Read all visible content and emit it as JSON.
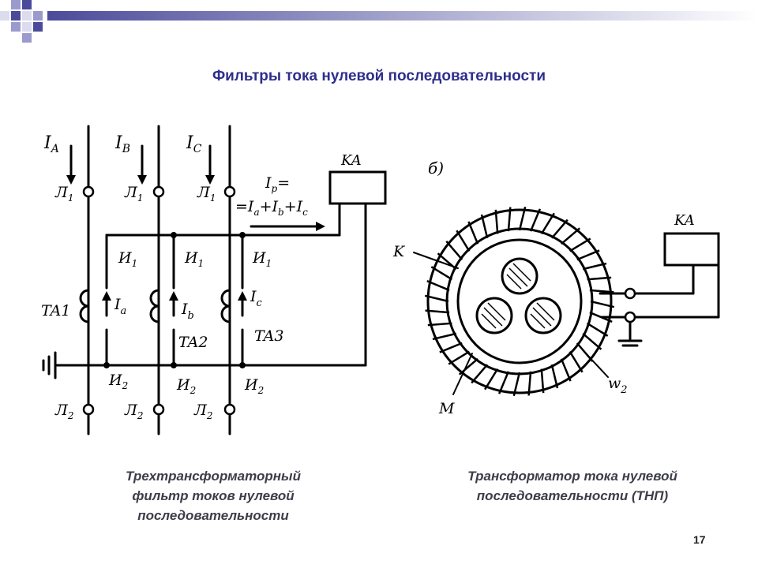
{
  "slide": {
    "title": "Фильтры тока нулевой последовательности",
    "page_number": "17",
    "accent_color": "#2e2e8c",
    "deco_colors": [
      "#9a9acd",
      "#4b4b9b",
      "#dcdcee"
    ]
  },
  "circuit_a": {
    "phase_currents": [
      "I",
      "I",
      "I"
    ],
    "phase_subscripts": [
      "A",
      "B",
      "C"
    ],
    "terminal_top": "Л",
    "terminal_top_sub": "1",
    "terminal_bottom": "Л",
    "terminal_bottom_sub": "2",
    "winding_top": "И",
    "winding_top_sub": "1",
    "winding_bottom": "И",
    "winding_bottom_sub": "2",
    "secondary_currents": [
      "I",
      "I",
      "I"
    ],
    "secondary_subscripts": [
      "a",
      "b",
      "c"
    ],
    "transformers": [
      "TA1",
      "TA2",
      "TA3"
    ],
    "relay": "KA",
    "sum_line1": "I",
    "sum_line1_sub": "р",
    "sum_line1_tail": "=",
    "sum_line2": "=I",
    "sum_line2_parts": [
      "a",
      "+I",
      "b",
      "+I",
      "c"
    ]
  },
  "circuit_b": {
    "label": "б)",
    "relay": "KA",
    "core_label": "K",
    "sheath_label": "M",
    "winding_label": "w",
    "winding_sub": "2"
  },
  "captions": {
    "left": [
      "Трехтрансформаторный",
      "фильтр токов нулевой",
      "последовательности"
    ],
    "right": [
      "Трансформатор тока нулевой",
      "последовательности (ТНП)"
    ]
  }
}
